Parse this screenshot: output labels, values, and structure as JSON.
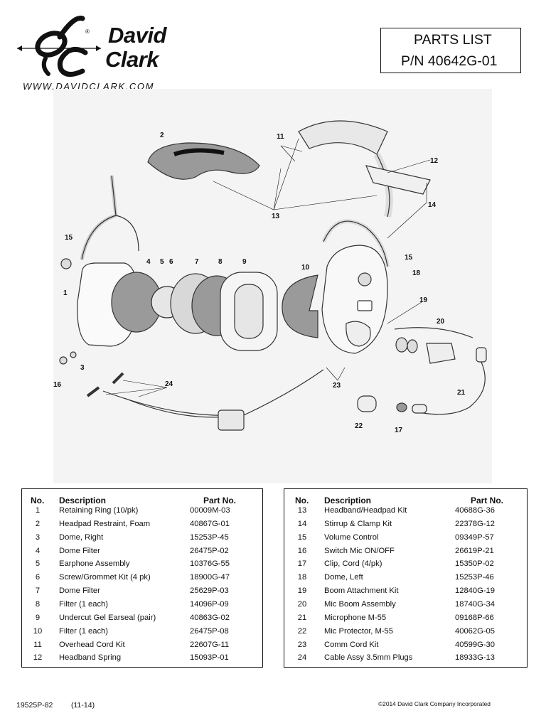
{
  "brand": {
    "name_line1": "David",
    "name_line2": "Clark",
    "registered_mark": "®",
    "url": "WWW.DAVIDCLARK.COM"
  },
  "title": {
    "line1": "PARTS LIST",
    "line2": "P/N 40642G-01"
  },
  "diagram": {
    "callouts": [
      "1",
      "2",
      "3",
      "4",
      "5",
      "6",
      "7",
      "8",
      "9",
      "10",
      "11",
      "12",
      "13",
      "14",
      "15",
      "15",
      "16",
      "17",
      "18",
      "19",
      "20",
      "21",
      "22",
      "23",
      "24"
    ]
  },
  "table_headers": {
    "no": "No.",
    "description": "Description",
    "part_no": "Part No."
  },
  "parts_left": [
    {
      "no": "1",
      "description": "Retaining Ring (10/pk)",
      "part_no": "00009M-03"
    },
    {
      "no": "2",
      "description": "Headpad Restraint, Foam",
      "part_no": "40867G-01"
    },
    {
      "no": "3",
      "description": "Dome, Right",
      "part_no": "15253P-45"
    },
    {
      "no": "4",
      "description": "Dome Filter",
      "part_no": "26475P-02"
    },
    {
      "no": "5",
      "description": "Earphone Assembly",
      "part_no": "10376G-55"
    },
    {
      "no": "6",
      "description": "Screw/Grommet Kit (4 pk)",
      "part_no": "18900G-47"
    },
    {
      "no": "7",
      "description": "Dome Filter",
      "part_no": "25629P-03"
    },
    {
      "no": "8",
      "description": "Filter (1 each)",
      "part_no": "14096P-09"
    },
    {
      "no": "9",
      "description": "Undercut Gel Earseal (pair)",
      "part_no": "40863G-02"
    },
    {
      "no": "10",
      "description": "Filter (1 each)",
      "part_no": "26475P-08"
    },
    {
      "no": "11",
      "description": "Overhead Cord Kit",
      "part_no": "22607G-11"
    },
    {
      "no": "12",
      "description": "Headband Spring",
      "part_no": "15093P-01"
    }
  ],
  "parts_right": [
    {
      "no": "13",
      "description": "Headband/Headpad Kit",
      "part_no": "40688G-36"
    },
    {
      "no": "14",
      "description": "Stirrup & Clamp Kit",
      "part_no": "22378G-12"
    },
    {
      "no": "15",
      "description": "Volume Control",
      "part_no": "09349P-57"
    },
    {
      "no": "16",
      "description": "Switch Mic ON/OFF",
      "part_no": "26619P-21"
    },
    {
      "no": "17",
      "description": "Clip, Cord (4/pk)",
      "part_no": "15350P-02"
    },
    {
      "no": "18",
      "description": "Dome, Left",
      "part_no": "15253P-46"
    },
    {
      "no": "19",
      "description": "Boom Attachment Kit",
      "part_no": "12840G-19"
    },
    {
      "no": "20",
      "description": "Mic Boom Assembly",
      "part_no": "18740G-34"
    },
    {
      "no": "21",
      "description": "Microphone M-55",
      "part_no": "09168P-66"
    },
    {
      "no": "22",
      "description": "Mic Protector, M-55",
      "part_no": "40062G-05"
    },
    {
      "no": "23",
      "description": "Comm Cord Kit",
      "part_no": "40599G-30"
    },
    {
      "no": "24",
      "description": "Cable Assy 3.5mm Plugs",
      "part_no": "18933G-13"
    }
  ],
  "footer": {
    "doc_number": "19525P-82",
    "date": "(11-14)",
    "copyright": "©2014  David Clark Company Incorporated"
  }
}
